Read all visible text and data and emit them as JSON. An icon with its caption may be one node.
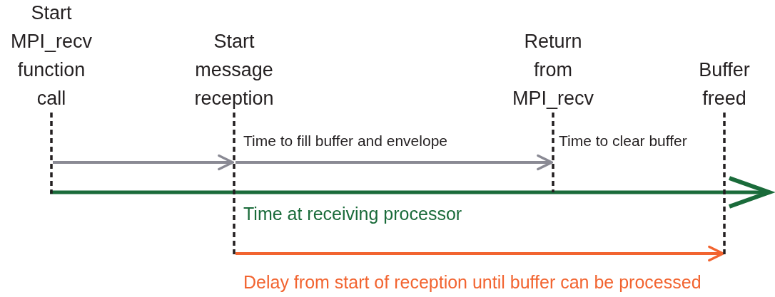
{
  "diagram": {
    "nodes": [
      {
        "text": [
          "Start MPI_recv function call"
        ]
      },
      {
        "text": [
          "Start message reception"
        ]
      },
      {
        "text": [
          "Return from MPI_recv"
        ]
      },
      {
        "text": [
          "Buffer freed"
        ]
      }
    ],
    "edges": [
      {
        "from": 0,
        "to": 1,
        "arrow": "to"
      },
      {
        "from": 1,
        "to": 2,
        "arrow": "to",
        "label": "Time to fill buffer and envelope"
      },
      {
        "from": 1,
        "to": 3,
        "arrow": "to",
        "label": "Delay from start of reception until buffer can be processed",
        "color": "#f26430"
      }
    ],
    "labels": [
      "Time to clear buffer",
      "Time at receiving processor"
    ]
  }
}
